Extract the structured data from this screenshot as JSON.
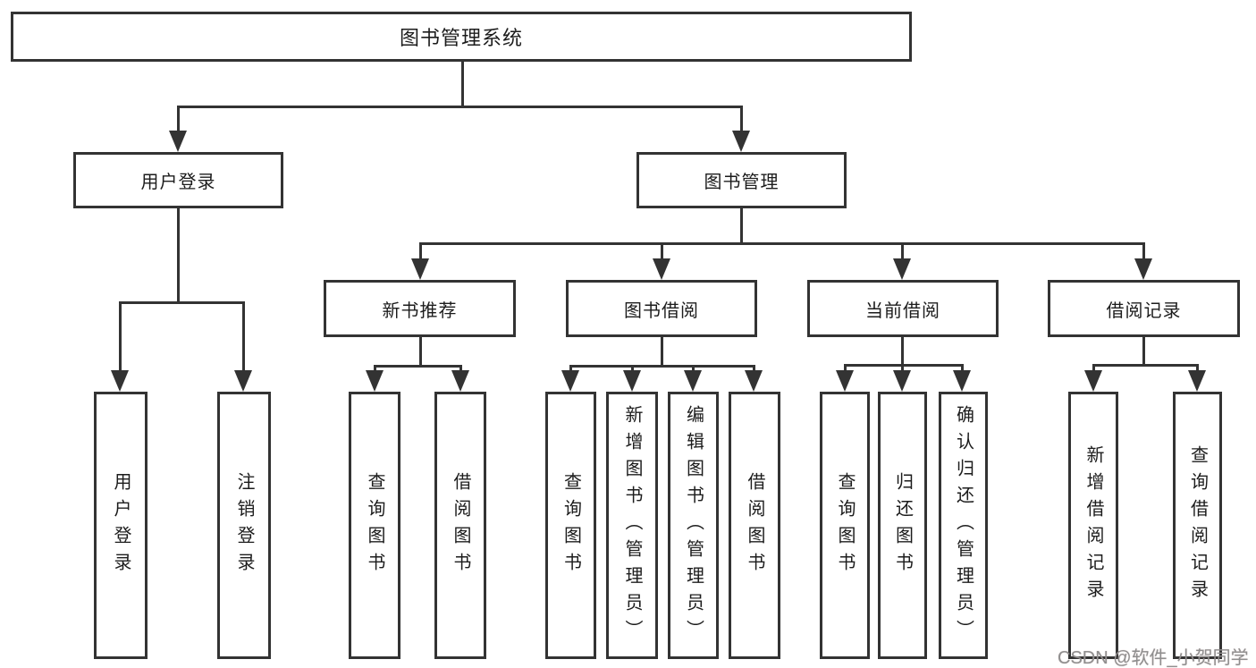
{
  "nodes": {
    "root": "图书管理系统",
    "user_login": "用户登录",
    "book_management": "图书管理",
    "new_book_recommend": "新书推荐",
    "book_borrow": "图书借阅",
    "current_borrow": "当前借阅",
    "borrow_record": "借阅记录"
  },
  "leaves": {
    "user_login": [
      "用户登录",
      "注销登录"
    ],
    "new_book_recommend": [
      "查询图书",
      "借阅图书"
    ],
    "book_borrow": [
      "查询图书",
      "新增图书（管理员）",
      "编辑图书（管理员）",
      "借阅图书"
    ],
    "current_borrow": [
      "查询图书",
      "归还图书",
      "确认归还（管理员）"
    ],
    "borrow_record": [
      "新增借阅记录",
      "查询借阅记录"
    ]
  },
  "watermark": "CSDN @软件_小贺同学",
  "colors": {
    "line": "#333333",
    "text": "#1c1c1c",
    "box_background": "#ffffff",
    "watermark": "#8f8f8f"
  }
}
